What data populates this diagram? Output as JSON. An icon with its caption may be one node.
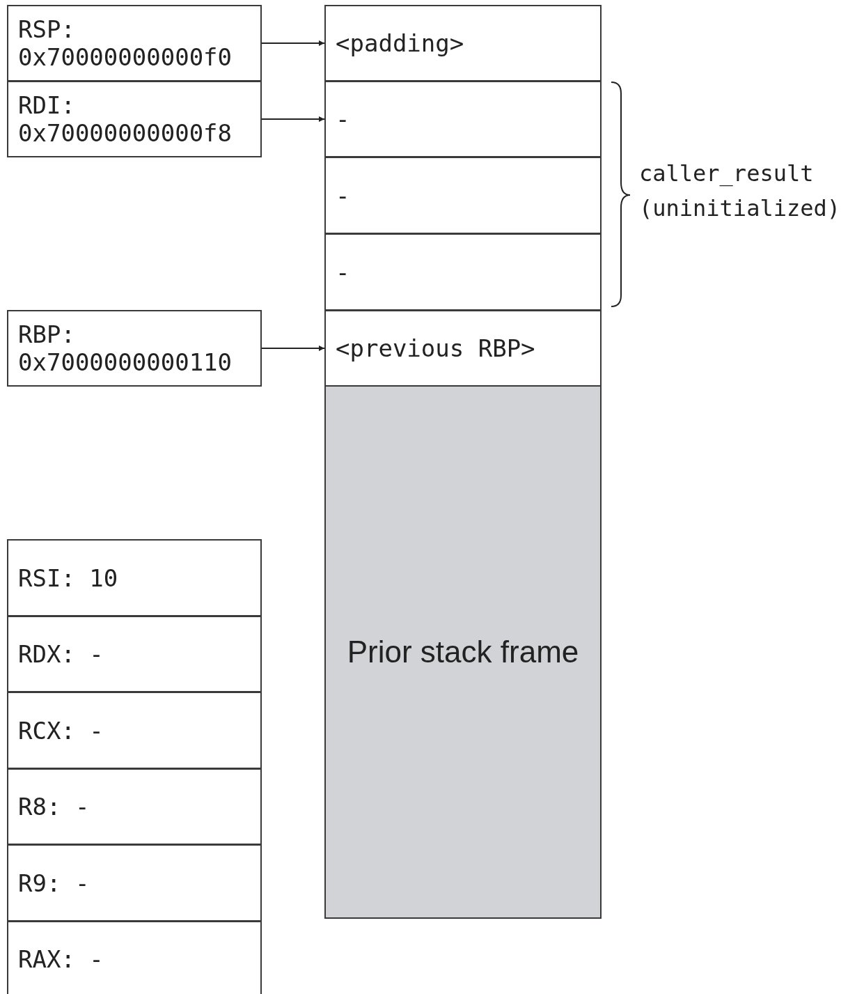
{
  "diagram": {
    "nodes": [
      {
        "text": [
          "RSP: 0x70000000000f0"
        ]
      },
      {
        "text": [
          "<padding>"
        ]
      },
      {
        "text": [
          "RDI: 0x70000000000f8"
        ]
      },
      {
        "text": [
          "-"
        ]
      },
      {
        "text": [
          "-"
        ]
      },
      {
        "text": [
          "-"
        ]
      },
      {
        "text": [
          "RBP: 0x7000000000110"
        ]
      },
      {
        "text": [
          "<previous RBP>"
        ]
      },
      {
        "text": [
          "Prior stack frame"
        ]
      },
      {
        "text": [
          "RSI: 10"
        ]
      },
      {
        "text": [
          "RDX: -"
        ]
      },
      {
        "text": [
          "RCX: -"
        ]
      },
      {
        "text": [
          "R8: -"
        ]
      },
      {
        "text": [
          "R9: -"
        ]
      },
      {
        "text": [
          "RAX: -"
        ]
      }
    ],
    "edges": [
      {
        "from": 0,
        "to": 1,
        "arrow": "to"
      },
      {
        "from": 2,
        "to": 3,
        "arrow": "to"
      },
      {
        "from": 6,
        "to": 7,
        "arrow": "to"
      }
    ],
    "labels": [
      "caller_result (uninitialized)"
    ]
  }
}
